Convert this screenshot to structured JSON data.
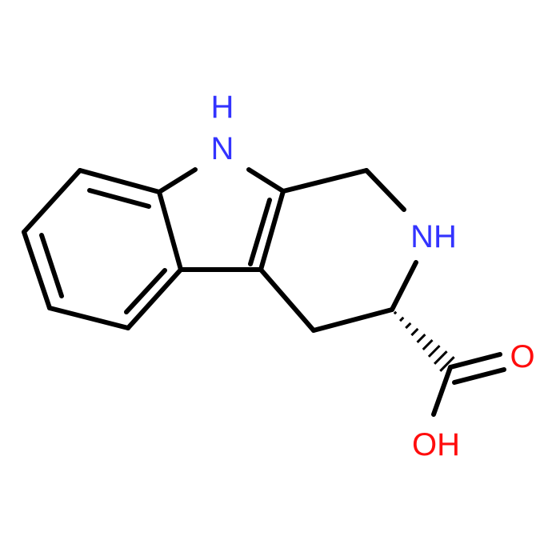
{
  "colors": {
    "background": "#ffffff",
    "bond": "#000000",
    "nitrogen": "#3333ff",
    "oxygen": "#ff0d0d"
  },
  "atom_labels": {
    "indole_nh": "H\nN",
    "amine_nh": "NH",
    "carbonyl_o": "O",
    "hydroxyl": "OH"
  }
}
